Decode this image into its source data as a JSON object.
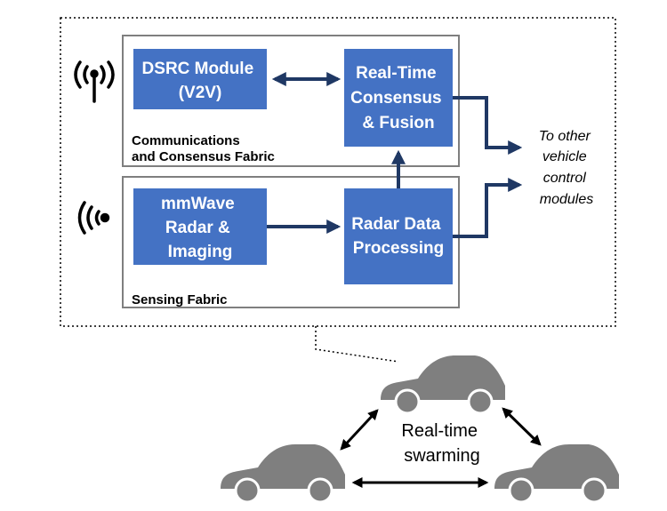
{
  "blocks": {
    "dsrc": [
      "DSRC Module",
      "(V2V)"
    ],
    "consensus": [
      "Real-Time",
      "Consensus",
      "& Fusion"
    ],
    "radar": [
      "mmWave",
      "Radar &",
      "Imaging"
    ],
    "processing": [
      "Radar Data",
      "Processing"
    ]
  },
  "fabrics": {
    "communications": [
      "Communications",
      "and Consensus Fabric"
    ],
    "sensing": [
      "Sensing Fabric"
    ]
  },
  "output": [
    "To other",
    "vehicle",
    "control",
    "modules"
  ],
  "swarm": [
    "Real-time",
    "swarming"
  ],
  "icons": [
    "antenna-icon",
    "wave-icon",
    "car-icon"
  ],
  "colors": {
    "block": "#4472c4",
    "arrow": "#1f3864",
    "car": "#7f7f7f",
    "frame": "#7f7f7f"
  }
}
